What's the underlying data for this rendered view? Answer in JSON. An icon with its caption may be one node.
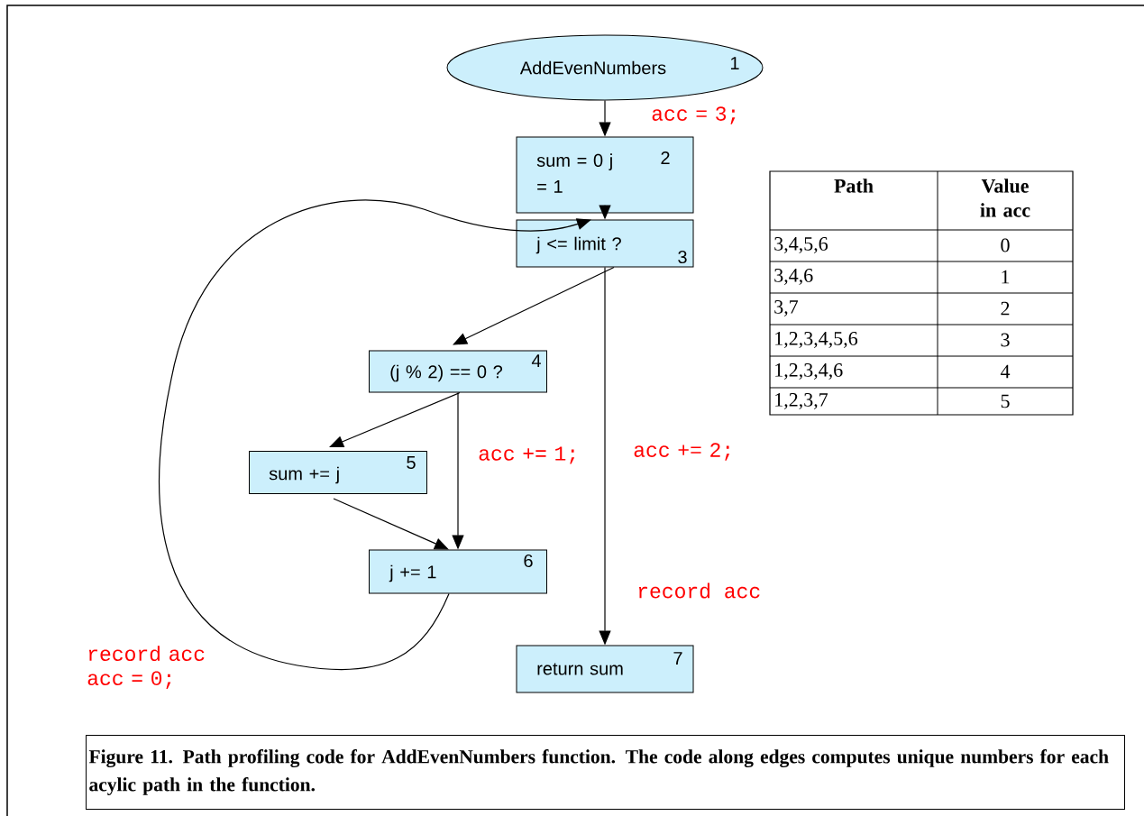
{
  "diagram": {
    "caption": "Figure 11.  Path profiling code for AddEvenNumbers function.  The  code along edges computes unique numbers for each acylic path in the function.",
    "nodes": [
      {
        "text": [
          "AddEvenNumbers",
          "1"
        ]
      },
      {
        "text": [
          "sum = 0 j = 1",
          "2"
        ]
      },
      {
        "text": [
          "j <= limit ?",
          "3"
        ]
      },
      {
        "text": [
          "(j % 2) == 0 ?",
          "4"
        ]
      },
      {
        "text": [
          "sum += j",
          "5"
        ]
      },
      {
        "text": [
          "j += 1",
          "6"
        ]
      },
      {
        "text": [
          "return sum",
          "7"
        ]
      }
    ],
    "edges": [
      {
        "from": 0,
        "to": 1,
        "arrow": "to",
        "label": "acc = 3;"
      },
      {
        "from": 1,
        "to": 2,
        "arrow": "to"
      },
      {
        "from": 2,
        "to": 3,
        "arrow": "to"
      },
      {
        "from": 2,
        "to": 6,
        "arrow": "to",
        "label": "acc += 2;"
      },
      {
        "from": 3,
        "to": 4,
        "arrow": "to"
      },
      {
        "from": 3,
        "to": 5,
        "arrow": "to",
        "label": "acc += 1;"
      },
      {
        "from": 4,
        "to": 5,
        "arrow": "to"
      },
      {
        "from": 5,
        "to": 2,
        "arrow": "to",
        "label": "record acc acc = 0;"
      }
    ],
    "labels": [
      "Path",
      "Value in acc",
      "3,4,5,6",
      "0",
      "3,4,6",
      "1",
      "3,7",
      "2",
      "1,2,3,4,5,6",
      "3",
      "1,2,3,4,6",
      "4",
      "1,2,3,7",
      "5",
      "record acc"
    ]
  }
}
